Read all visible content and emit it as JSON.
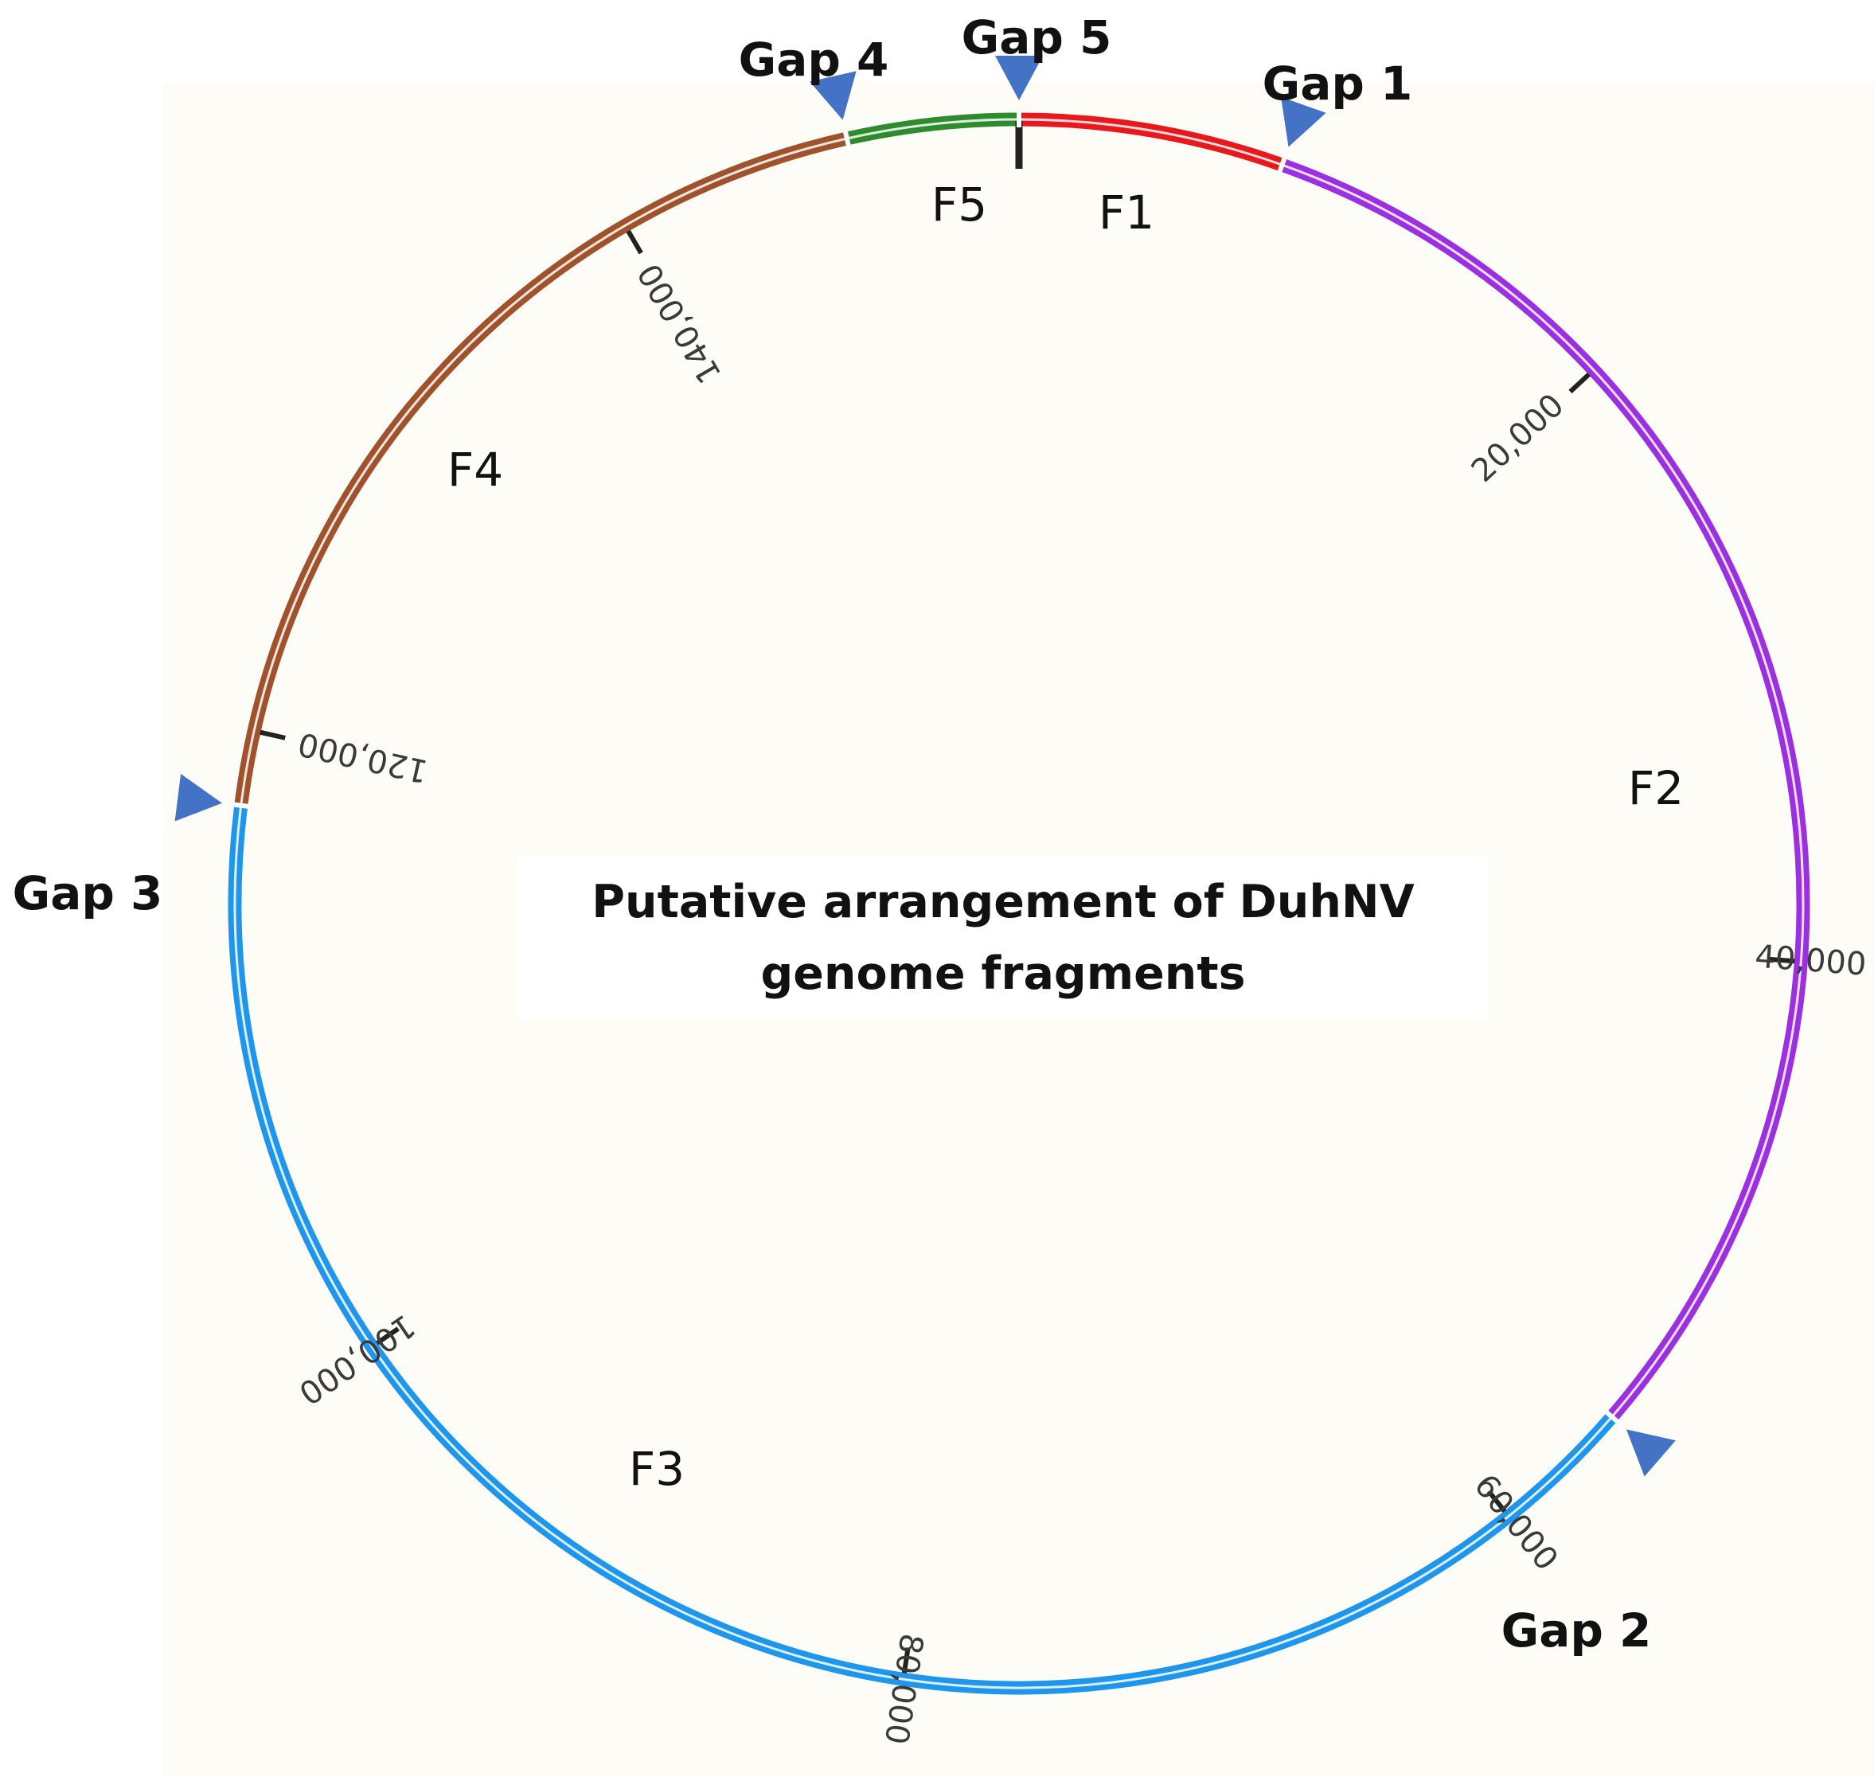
{
  "title_lines": [
    "Putative arrangement of DuhNV",
    "genome fragments"
  ],
  "colors": {
    "background": "#fdfcf6",
    "F1": "#e8191c",
    "F2": "#9b30e0",
    "F3": "#1e96ec",
    "F4": "#a0522d",
    "F5": "#2e8b2e",
    "gap_marker": "#4472c4",
    "tick": "#222222"
  },
  "fragments": [
    {
      "id": "F1",
      "label": "F1",
      "start": 0,
      "end": 8300
    },
    {
      "id": "F2",
      "label": "F2",
      "start": 8350,
      "end": 55500
    },
    {
      "id": "F3",
      "label": "F3",
      "start": 55600,
      "end": 117600
    },
    {
      "id": "F4",
      "label": "F4",
      "start": 117700,
      "end": 147400
    },
    {
      "id": "F5",
      "label": "F5",
      "start": 147450,
      "end": 152800
    }
  ],
  "genome_length": 152800,
  "ticks": [
    {
      "value": 0,
      "label": ""
    },
    {
      "value": 20000,
      "label": "20,000"
    },
    {
      "value": 40000,
      "label": "40,000"
    },
    {
      "value": 60000,
      "label": "60,000"
    },
    {
      "value": 80000,
      "label": "80,000"
    },
    {
      "value": 100000,
      "label": "100,000"
    },
    {
      "value": 120000,
      "label": "120,000"
    },
    {
      "value": 140000,
      "label": "140,000"
    }
  ],
  "gaps": [
    {
      "id": "gap-1",
      "label": "Gap 1",
      "position": 8320
    },
    {
      "id": "gap-2",
      "label": "Gap 2",
      "position": 55550
    },
    {
      "id": "gap-3",
      "label": "Gap 3",
      "position": 117650
    },
    {
      "id": "gap-4",
      "label": "Gap 4",
      "position": 147420
    },
    {
      "id": "gap-5",
      "label": "Gap 5",
      "position": 0
    }
  ]
}
